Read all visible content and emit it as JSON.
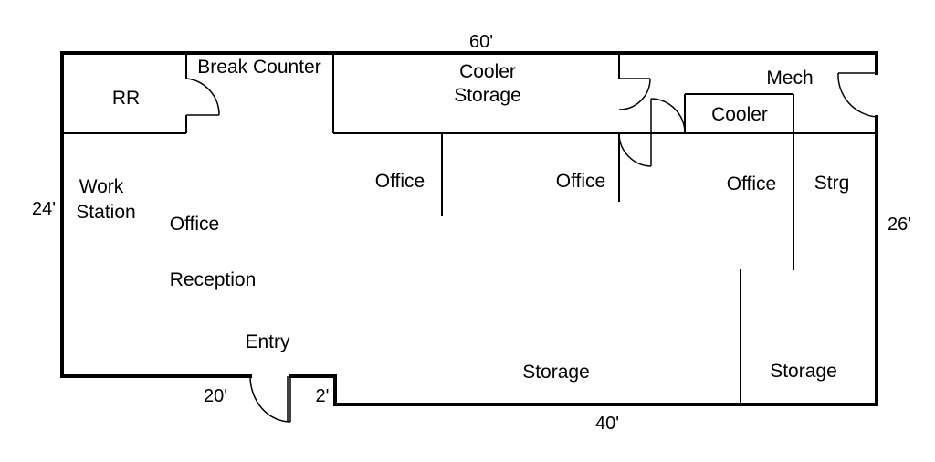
{
  "dimensions": {
    "top": "60'",
    "left": "24'",
    "right": "26'",
    "bottom_left": "20'",
    "step": "2'",
    "bottom_right": "40'"
  },
  "rooms": {
    "rr": "RR",
    "break_counter": "Break Counter",
    "cooler_storage_line1": "Cooler",
    "cooler_storage_line2": "Storage",
    "mech": "Mech",
    "cooler": "Cooler",
    "office_1": "Office",
    "office_2": "Office",
    "office_3": "Office",
    "strg": "Strg",
    "work_station_line1": "Work",
    "work_station_line2": "Station",
    "office_main": "Office",
    "reception": "Reception",
    "entry": "Entry",
    "storage_main": "Storage",
    "storage_right": "Storage"
  }
}
